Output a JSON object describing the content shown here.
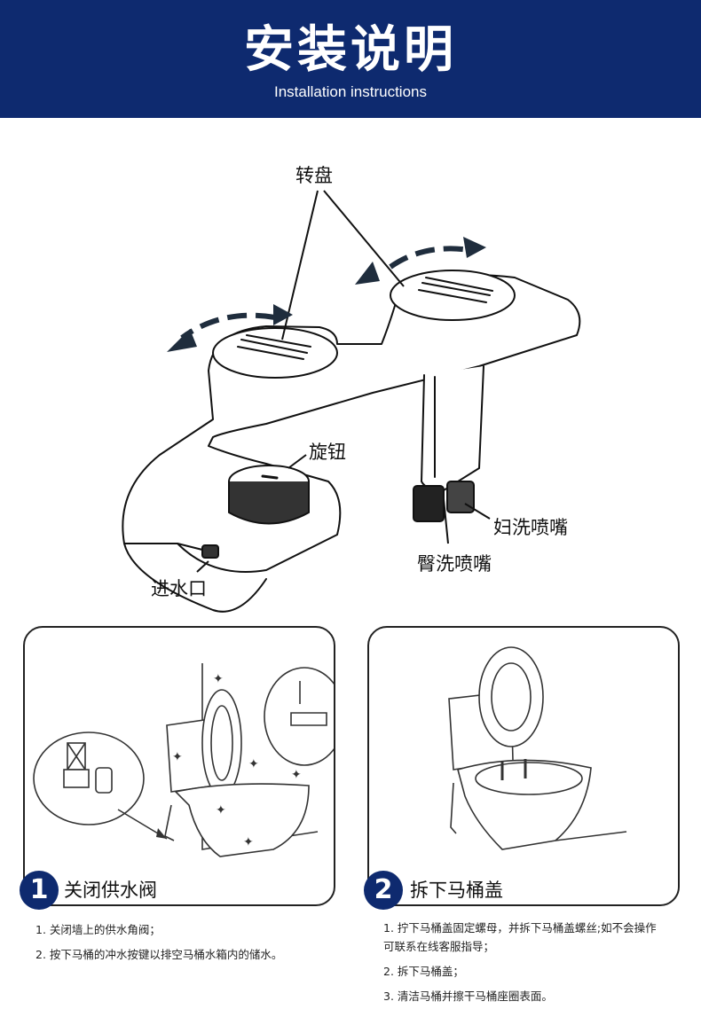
{
  "header": {
    "title": "安装说明",
    "subtitle": "Installation instructions"
  },
  "diagram": {
    "labels": {
      "dial": "转盘",
      "knob": "旋钮",
      "inlet": "进水口",
      "feminine_nozzle": "妇洗喷嘴",
      "posterior_nozzle": "臀洗喷嘴"
    }
  },
  "steps": [
    {
      "number": "1",
      "title": "关闭供水阀",
      "items": [
        "1. 关闭墙上的供水角阀；",
        "2. 按下马桶的冲水按键以排空马桶水箱内的储水。"
      ]
    },
    {
      "number": "2",
      "title": "拆下马桶盖",
      "items": [
        "1. 拧下马桶盖固定螺母，并拆下马桶盖螺丝;如不会操作可联系在线客服指导；",
        "2. 拆下马桶盖；",
        "3. 清洁马桶并擦干马桶座圈表面。"
      ]
    }
  ],
  "colors": {
    "brand": "#0e2a6f",
    "arrow": "#1f2d3d"
  }
}
